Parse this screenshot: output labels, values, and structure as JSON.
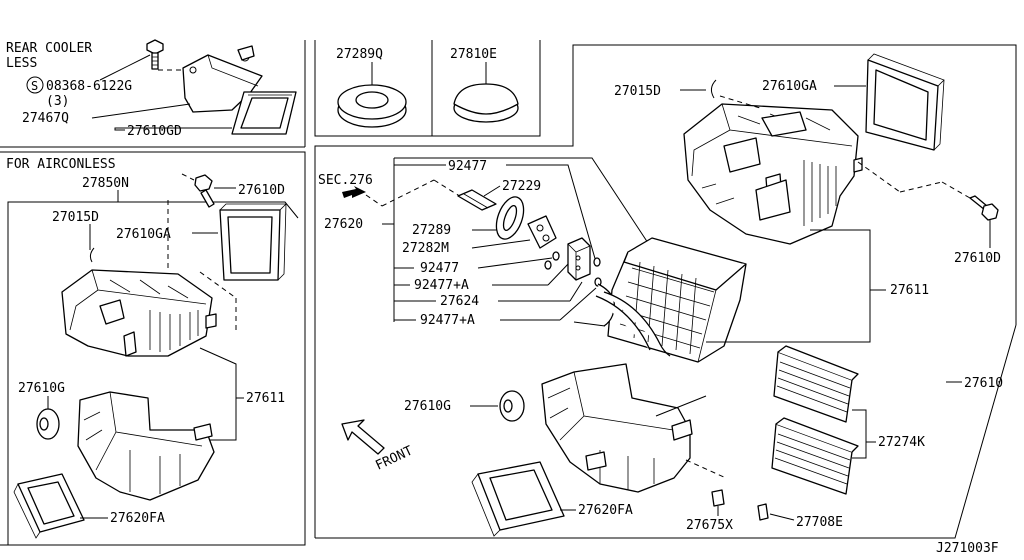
{
  "diagram": {
    "drawing_code": "J271003F",
    "panel_rear_cooler": {
      "heading_line1": "REAR COOLER",
      "heading_line2": "LESS",
      "bolt_circle_letter": "S",
      "bolt_part": "08368-6122G",
      "bolt_qty": "(3)",
      "bracket_part": "27467Q",
      "seal_part": "27610GD"
    },
    "panel_grommets": {
      "grommet_part": "27289Q",
      "cap_part": "27810E"
    },
    "panel_airconless": {
      "heading": "FOR AIRCONLESS",
      "assembly_part": "27850N",
      "screw_part": "27610D",
      "clip_part": "27015D",
      "filter_frame_part": "27610GA",
      "case_part": "27611",
      "plug_part": "27610G",
      "seal_part": "27620FA"
    },
    "main_unit": {
      "section_ref": "SEC.276",
      "front_label": "FRONT",
      "evaporator_part": "27620",
      "oring_1": "92477",
      "pipe_part": "27229",
      "grommet_part": "27289",
      "block_part": "27282M",
      "oring_2": "92477",
      "oring_3": "92477+A",
      "valve_part": "27624",
      "oring_4": "92477+A",
      "clip_part": "27015D",
      "filter_frame_part": "27610GA",
      "screw_part": "27610D",
      "case_part": "27611",
      "assembly_part": "27610",
      "plug_part": "27610G",
      "filter_part": "27274K",
      "seal_part": "27620FA",
      "drain_part": "27675X",
      "clamp_part": "27708E"
    }
  }
}
